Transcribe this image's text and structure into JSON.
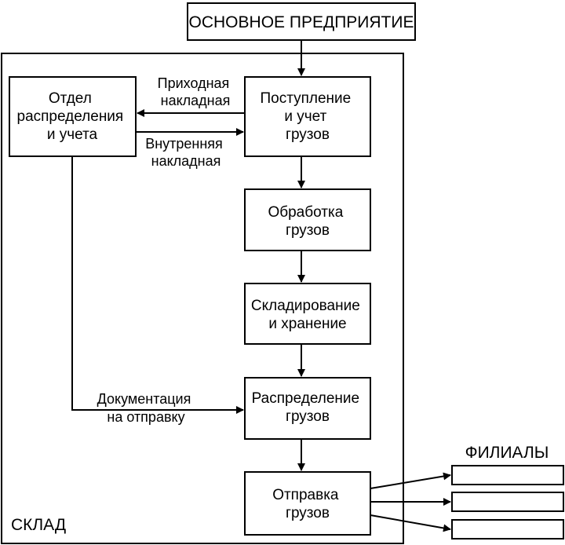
{
  "top_entity": "ОСНОВНОЕ ПРЕДПРИЯТИЕ",
  "warehouse_label": "СКЛАД",
  "branches_label": "ФИЛИАЛЫ",
  "nodes": {
    "dept": [
      "Отдел",
      "распределения",
      "и учета"
    ],
    "receipt": [
      "Поступление",
      "и учет",
      "грузов"
    ],
    "processing": [
      "Обработка",
      "грузов"
    ],
    "storage": [
      "Складирование",
      "и хранение"
    ],
    "distribution": [
      "Распределение",
      "грузов"
    ],
    "shipping": [
      "Отправка",
      "грузов"
    ]
  },
  "edges": {
    "incoming_invoice": [
      "Приходная",
      "накладная"
    ],
    "internal_invoice": [
      "Внутренняя",
      "накладная"
    ],
    "shipping_docs": [
      "Документация",
      "на отправку"
    ]
  },
  "colors": {
    "stroke": "#000000",
    "fill": "#ffffff"
  }
}
